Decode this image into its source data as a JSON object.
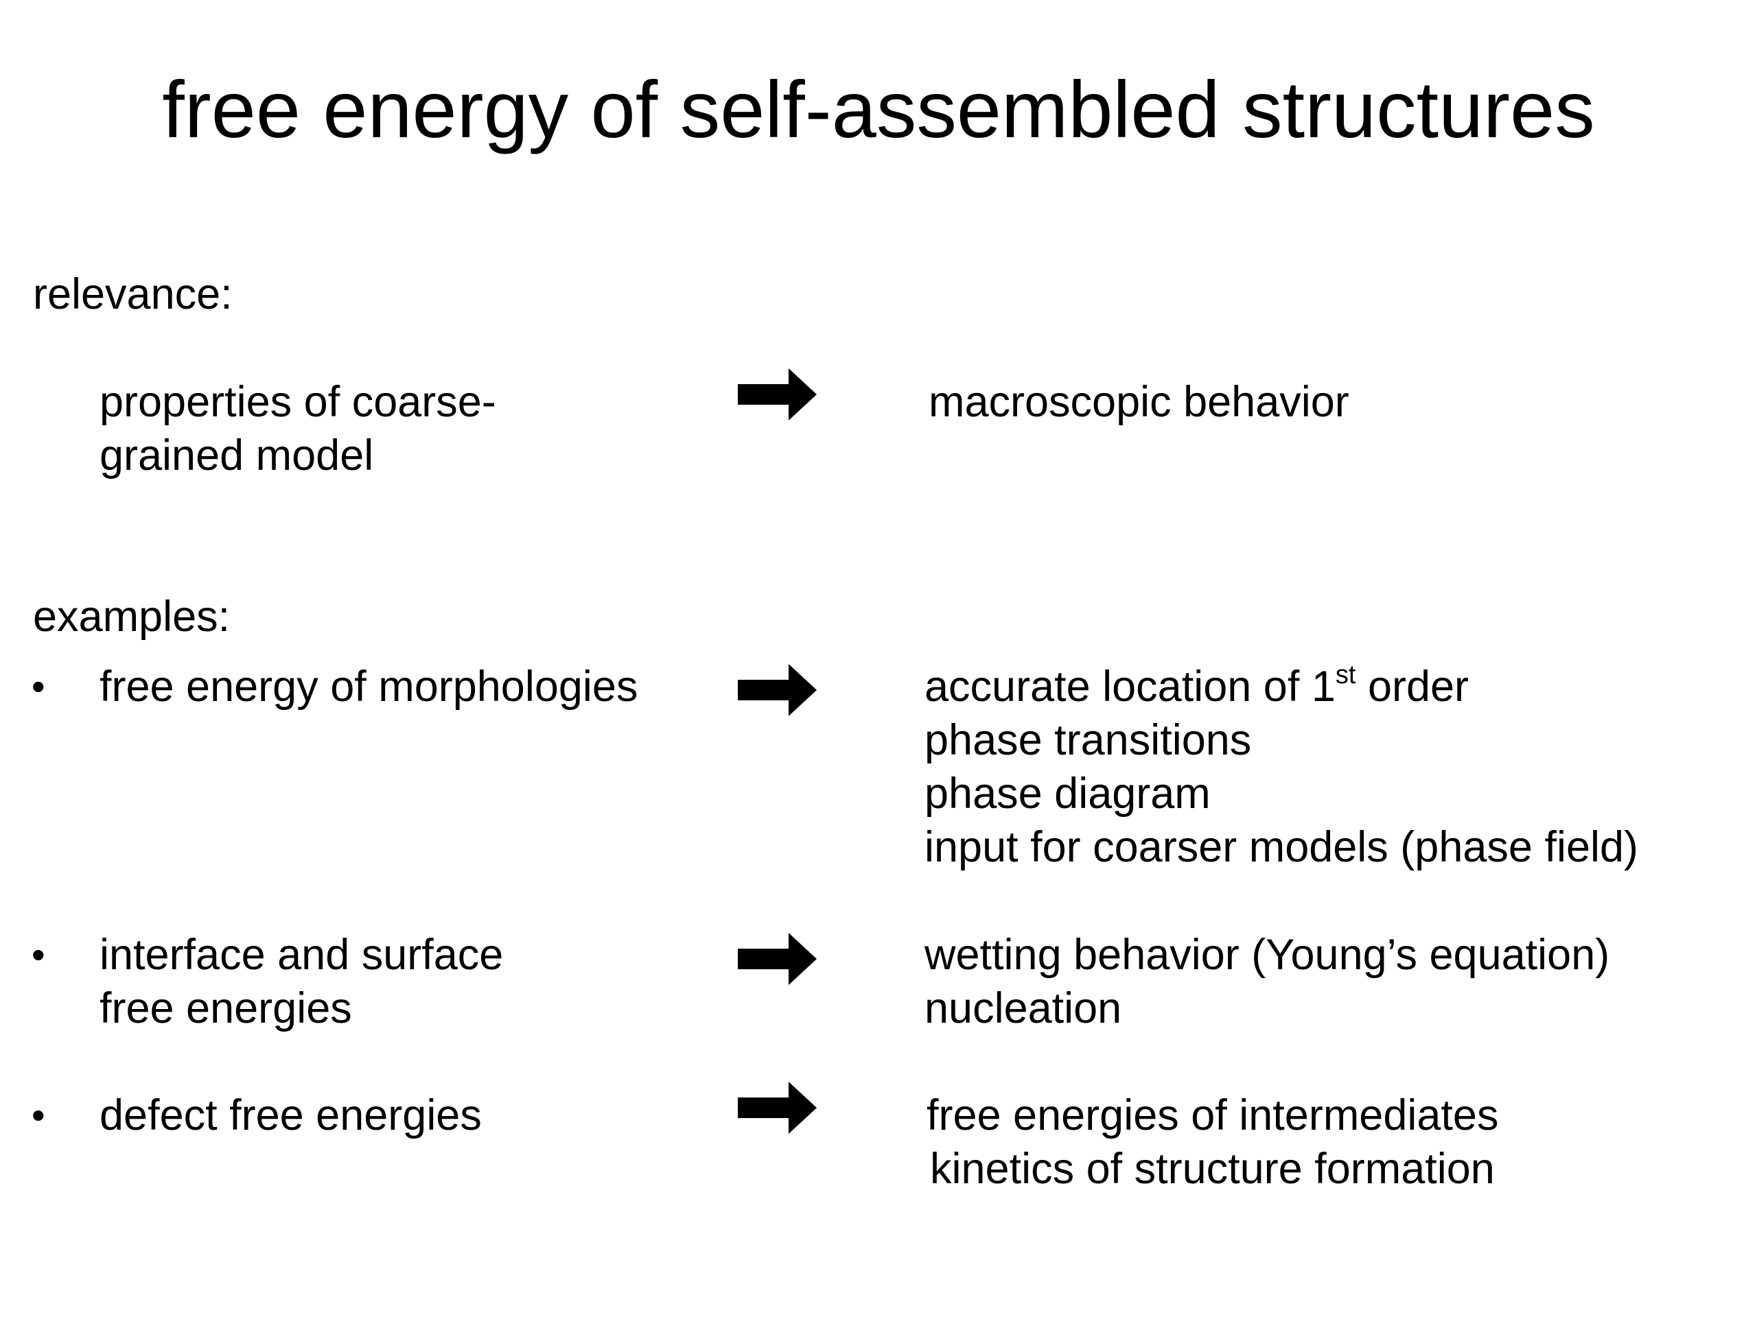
{
  "slide": {
    "title": "free energy of self-assembled structures",
    "relevance": {
      "label": "relevance:",
      "left_lines": [
        "properties of coarse-",
        "grained model"
      ],
      "right_lines": [
        "macroscopic behavior"
      ]
    },
    "examples": {
      "label": "examples:",
      "bullet_glyph": "•",
      "items": [
        {
          "left_lines": [
            "free energy of morphologies"
          ],
          "right_first_prefix": "accurate location of 1",
          "right_first_sup": "st",
          "right_first_suffix": " order",
          "right_lines": [
            "phase transitions",
            "phase diagram",
            "input for coarser models (phase field)"
          ]
        },
        {
          "left_lines": [
            "interface and surface",
            "free energies"
          ],
          "right_lines": [
            "wetting behavior (Young’s equation)",
            "nucleation"
          ]
        },
        {
          "left_lines": [
            "defect free energies"
          ],
          "right_lines": [
            "free energies of intermediates",
            "kinetics of structure formation"
          ]
        }
      ]
    },
    "arrow_icon": "right-arrow-icon",
    "colors": {
      "background": "#ffffff",
      "text": "#000000"
    }
  }
}
